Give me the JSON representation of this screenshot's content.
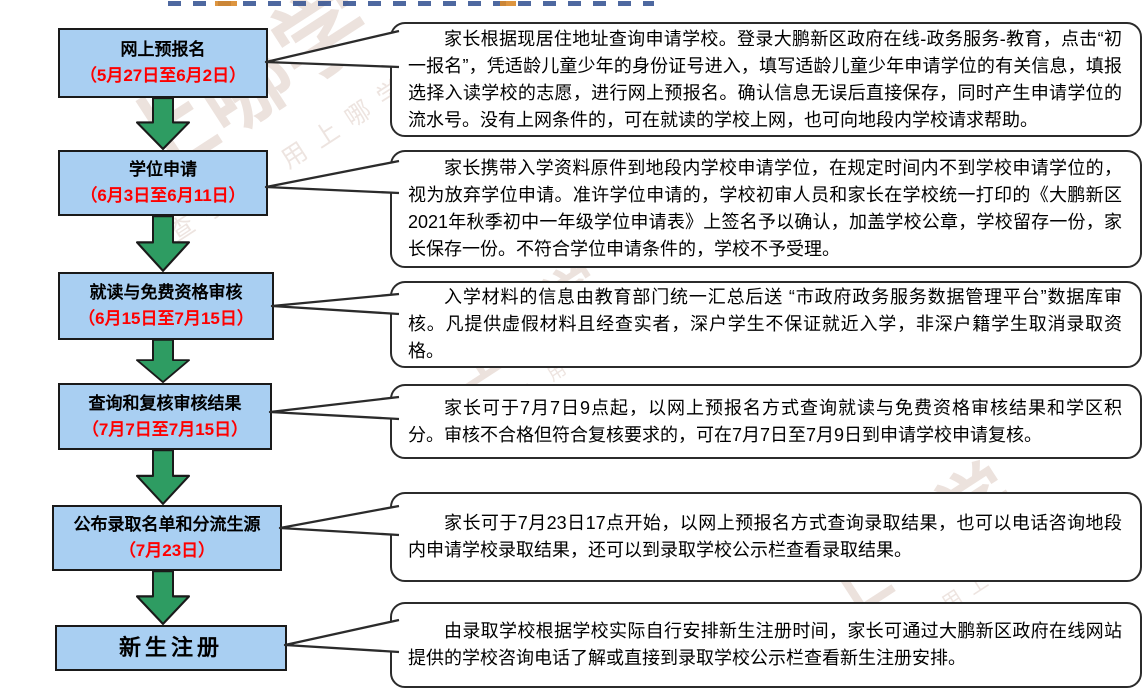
{
  "watermark": {
    "brand": "上哪学",
    "tagline": "查学校 用上哪学"
  },
  "colors": {
    "box_fill": "#a9cff2",
    "box_border": "#1a1a1a",
    "date_red": "#fe0000",
    "arrow_green": "#2e9c62",
    "callout_border": "#2b2b2b",
    "watermark": "#e0cfc7"
  },
  "flow": {
    "steps": [
      {
        "title": "网上预报名",
        "date": "（5月27日至6月2日）",
        "desc": "家长根据现居住地址查询申请学校。登录大鹏新区政府在线-政务服务-教育，点击“初一报名”，凭适龄儿童少年的身份证号进入，填写适龄儿童少年申请学位的有关信息，填报选择入读学校的志愿，进行网上预报名。确认信息无误后直接保存，同时产生申请学位的流水号。没有上网条件的，可在就读的学校上网，也可向地段内学校请求帮助。"
      },
      {
        "title": "学位申请",
        "date": "（6月3日至6月11日）",
        "desc": "家长携带入学资料原件到地段内学校申请学位，在规定时间内不到学校申请学位的，视为放弃学位申请。准许学位申请的，学校初审人员和家长在学校统一打印的《大鹏新区2021年秋季初中一年级学位申请表》上签名予以确认，加盖学校公章，学校留存一份，家长保存一份。不符合学位申请条件的，学校不予受理。"
      },
      {
        "title": "就读与免费资格审核",
        "date": "（6月15日至7月15日）",
        "desc": "入学材料的信息由教育部门统一汇总后送 “市政府政务服务数据管理平台”数据库审核。凡提供虚假材料且经查实者，深户学生不保证就近入学，非深户籍学生取消录取资格。"
      },
      {
        "title": "查询和复核审核结果",
        "date": "（7月7日至7月15日）",
        "desc": "家长可于7月7日9点起，以网上预报名方式查询就读与免费资格审核结果和学区积分。审核不合格但符合复核要求的，可在7月7日至7月9日到申请学校申请复核。"
      },
      {
        "title": "公布录取名单和分流生源",
        "date": "（7月23日）",
        "desc": "家长可于7月23日17点开始，以网上预报名方式查询录取结果，也可以电话咨询地段内申请学校录取结果，还可以到录取学校公示栏查看录取结果。"
      },
      {
        "title": "新生注册",
        "date": "",
        "desc": "由录取学校根据学校实际自行安排新生注册时间，家长可通过大鹏新区政府在线网站提供的学校咨询电话了解或直接到录取学校公示栏查看新生注册安排。"
      }
    ]
  }
}
